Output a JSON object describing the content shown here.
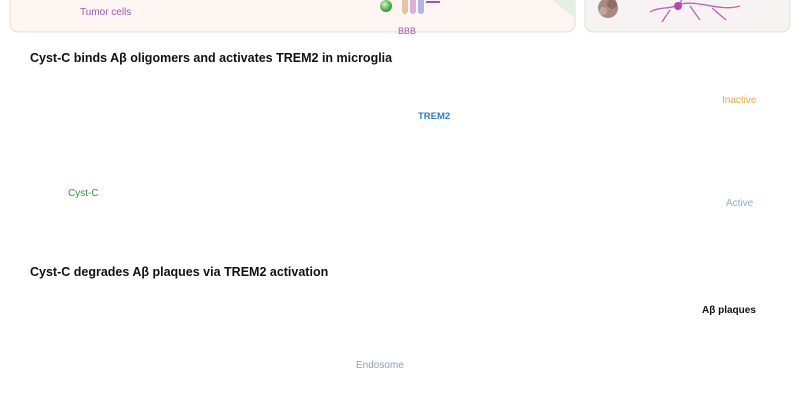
{
  "top_panel": {
    "tumor_label": "Tumor cells",
    "bbb_label": "BBB"
  },
  "panel_binding": {
    "title": "Cyst-C binds  Aβ oligomers and activates TREM2 in  microglia",
    "cystc_label": "Cyst-C",
    "trem2_label": "TREM2",
    "inactive_label": "Inactive",
    "active_label": "Active"
  },
  "panel_degradation": {
    "title": "Cyst-C degrades Aβ plaques via TREM2 activation",
    "endosome_label": "Endosome",
    "plaques_label": "Aβ plaques"
  },
  "colors": {
    "green_sphere": "#5cb85c",
    "trem2_blue": "#2f7fb8",
    "arrow_green": "#a9d89a",
    "plaque_red": "#a8485a",
    "microglia_orange": "#f0a640",
    "active_cell_blue": "#bcd9ee",
    "tumor_purple": "#9b59b6"
  }
}
